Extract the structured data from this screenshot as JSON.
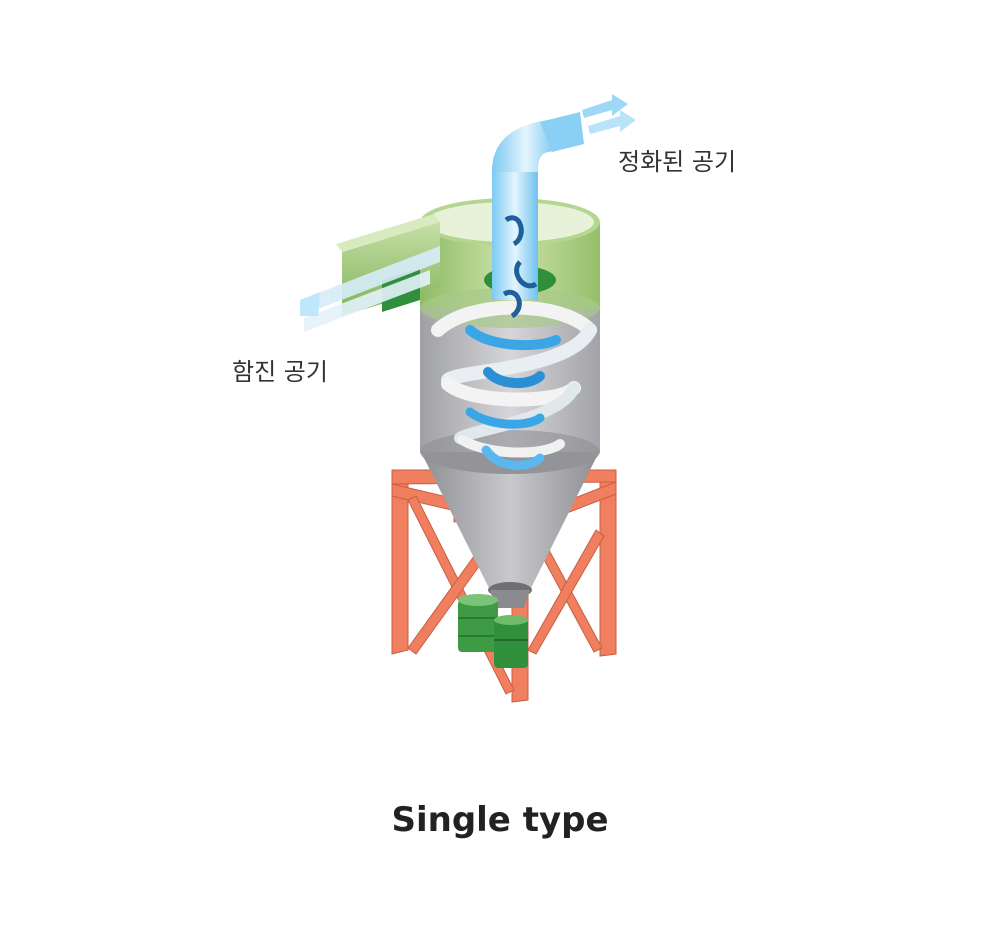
{
  "labels": {
    "clean_air": "정화된 공기",
    "dirty_air": "함진 공기"
  },
  "caption": "Single type",
  "colors": {
    "frame": "#ef7f5f",
    "green_cap": "#9fc56d",
    "green_dark": "#2f8f3a",
    "body_gray": "#b9b9bd",
    "airflow_blue": "#3aa6e6",
    "airflow_light": "#bfe6fb"
  }
}
